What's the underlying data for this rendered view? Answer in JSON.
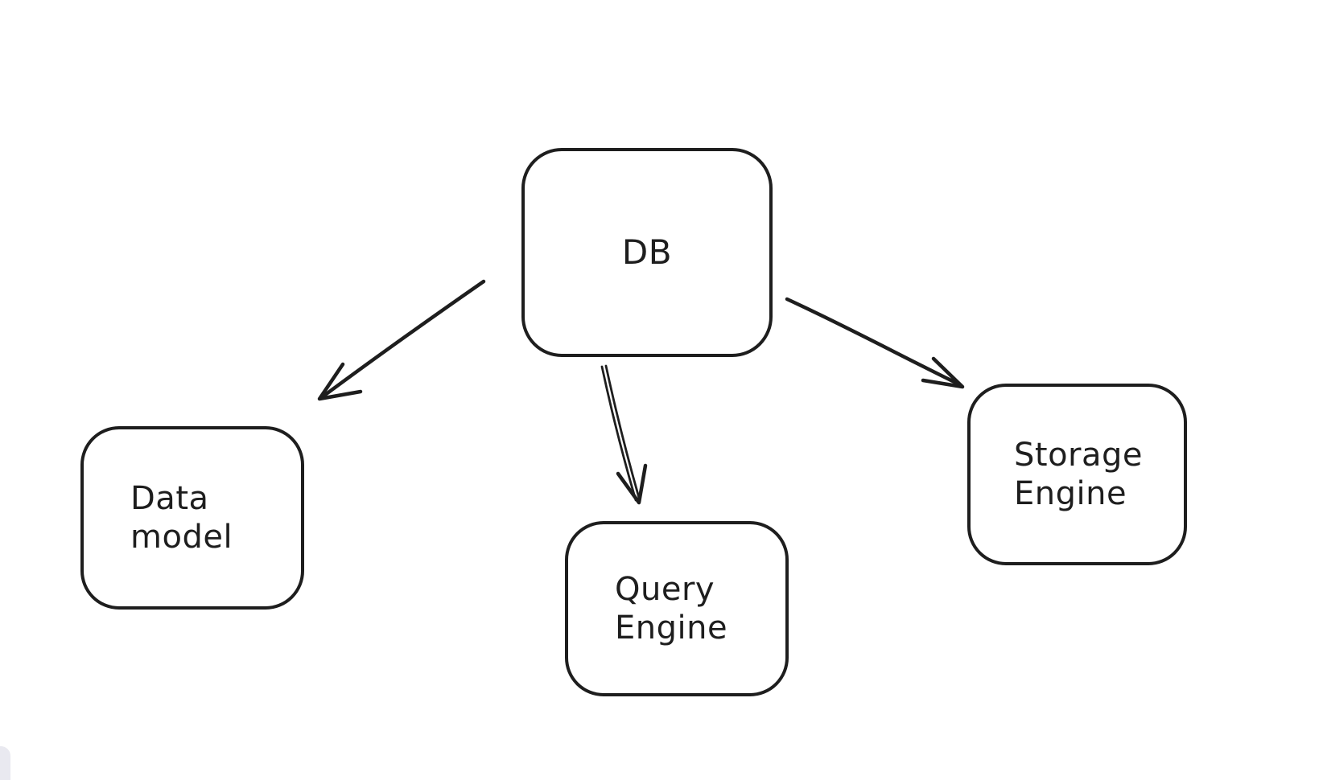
{
  "canvas": {
    "background": "#ffffff",
    "stroke_color": "#1e1e1e",
    "style": "hand-drawn whiteboard"
  },
  "nodes": {
    "db": {
      "label": "DB"
    },
    "data_model": {
      "label": "Data\nmodel"
    },
    "query_engine": {
      "label": "Query\nEngine"
    },
    "storage_engine": {
      "label": "Storage\nEngine"
    }
  },
  "edges": [
    {
      "from": "DB",
      "to": "Data model",
      "style": "single-stroke arrow"
    },
    {
      "from": "DB",
      "to": "Query Engine",
      "style": "double-stroke arrow"
    },
    {
      "from": "DB",
      "to": "Storage Engine",
      "style": "single-stroke arrow"
    }
  ],
  "chrome": {
    "bottom_left_panel_color": "#e9e9f0"
  }
}
